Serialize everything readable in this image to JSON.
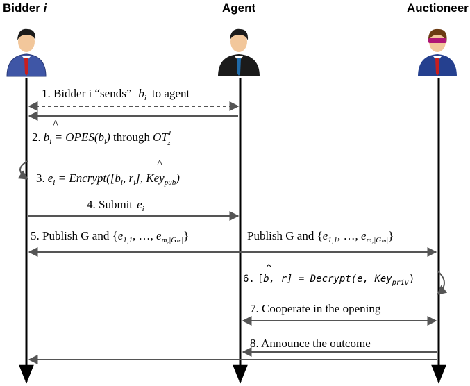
{
  "actors": [
    {
      "name": "Bidder",
      "suffix": " i",
      "icon": "bidder-person-icon",
      "colors": {
        "suit": "#3f56a6",
        "tie": "#c81e1e",
        "skin": "#f2c79b",
        "hair": "#1c1c1c"
      }
    },
    {
      "name": "Agent",
      "suffix": "",
      "icon": "agent-person-icon",
      "colors": {
        "suit": "#1b1b1b",
        "tie": "#1f6aa8",
        "skin": "#f2c79b",
        "hair": "#1c1c1c"
      }
    },
    {
      "name": "Auctioneer",
      "suffix": "",
      "icon": "auctioneer-person-icon",
      "colors": {
        "suit": "#25408f",
        "tie": "#c81e1e",
        "skin": "#f2c79b",
        "hair": "#6b3b12",
        "mask": "#b01675"
      }
    }
  ],
  "steps": {
    "s1": {
      "text": "1. Bidder i “sends”",
      "var": "b",
      "var_sub": "i",
      "tail": "to agent"
    },
    "s2": {
      "num": "2.",
      "lhs": "b",
      "lhs_sub": "i",
      "hat": "^",
      "eq": " = OPES(",
      "arg": "b",
      "arg_sub": "i",
      "close": ")",
      "through": " through ",
      "ot": "OT",
      "ot_sup": "1",
      "ot_sub": "z"
    },
    "s3": {
      "num": "3.",
      "lhs": "e",
      "lhs_sub": "i",
      "eq": " = Encrypt([",
      "b": "b",
      "b_sub": "i",
      "hat": "^",
      "mid": ", r",
      "r_sub": "i",
      "close": "], Key",
      "key_sub": "pub",
      "end": ")"
    },
    "s4": {
      "text": "4. Submit",
      "var": "e",
      "var_sub": "i"
    },
    "s5": {
      "text": "5. Publish G and {",
      "e1": "e",
      "e1_sub": "1,1",
      "dots": ",  …,  ",
      "em": "e",
      "em_sub": "m,|Gₘ|",
      "close": "}"
    },
    "s5b": {
      "text": "Publish G and {",
      "e1": "e",
      "e1_sub": "1,1",
      "dots": ",  …,  ",
      "em": "e",
      "em_sub": "m,|Gₘ|",
      "close": "}"
    },
    "s6": {
      "num": "6.",
      "lhs": "[",
      "b": "b",
      "hat": "^",
      "mid": ", r] = Decrypt(e, Key",
      "key_sub": "priv",
      "end": ")"
    },
    "s7": {
      "text": "7. Cooperate in the opening"
    },
    "s8": {
      "text": "8. Announce the outcome"
    }
  }
}
